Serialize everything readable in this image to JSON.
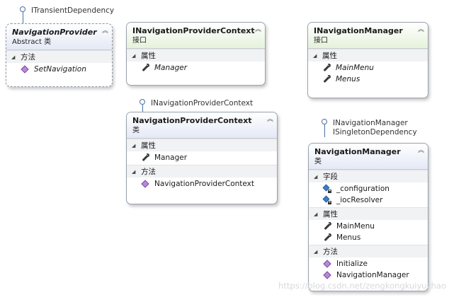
{
  "interfaces": {
    "navigation_provider": [
      "ITransientDependency"
    ],
    "navigation_provider_context": [
      "INavigationProviderContext"
    ],
    "navigation_manager": [
      "INavigationManager",
      "ISingletonDependency"
    ]
  },
  "boxes": {
    "navigation_provider": {
      "title": "NavigationProvider",
      "subtitle": "Abstract 类",
      "sections": [
        {
          "label": "方法",
          "members": [
            {
              "icon": "method-icon",
              "name": "SetNavigation"
            }
          ]
        }
      ]
    },
    "i_navigation_provider_context": {
      "title": "INavigationProviderContext",
      "subtitle": "接口",
      "sections": [
        {
          "label": "属性",
          "members": [
            {
              "icon": "wrench-icon",
              "name": "Manager"
            }
          ]
        }
      ]
    },
    "i_navigation_manager": {
      "title": "INavigationManager",
      "subtitle": "接口",
      "sections": [
        {
          "label": "属性",
          "members": [
            {
              "icon": "wrench-icon",
              "name": "MainMenu"
            },
            {
              "icon": "wrench-icon",
              "name": "Menus"
            }
          ]
        }
      ]
    },
    "navigation_provider_context": {
      "title": "NavigationProviderContext",
      "subtitle": "类",
      "sections": [
        {
          "label": "属性",
          "members": [
            {
              "icon": "wrench-icon",
              "name": "Manager"
            }
          ]
        },
        {
          "label": "方法",
          "members": [
            {
              "icon": "method-icon",
              "name": "NavigationProviderContext"
            }
          ]
        }
      ]
    },
    "navigation_manager": {
      "title": "NavigationManager",
      "subtitle": "类",
      "sections": [
        {
          "label": "字段",
          "members": [
            {
              "icon": "field-icon",
              "name": "_configuration"
            },
            {
              "icon": "field-icon",
              "name": "_iocResolver"
            }
          ]
        },
        {
          "label": "属性",
          "members": [
            {
              "icon": "wrench-icon",
              "name": "MainMenu"
            },
            {
              "icon": "wrench-icon",
              "name": "Menus"
            }
          ]
        },
        {
          "label": "方法",
          "members": [
            {
              "icon": "method-icon",
              "name": "Initialize"
            },
            {
              "icon": "method-icon",
              "name": "NavigationManager"
            }
          ]
        }
      ]
    }
  },
  "watermark": "https://blog.csdn.net/zengkongkuiyuzhao",
  "colors": {
    "class_header": "#e4e9f5",
    "interface_header": "#e6f2dc",
    "lollipop": "#4a6fa5"
  }
}
